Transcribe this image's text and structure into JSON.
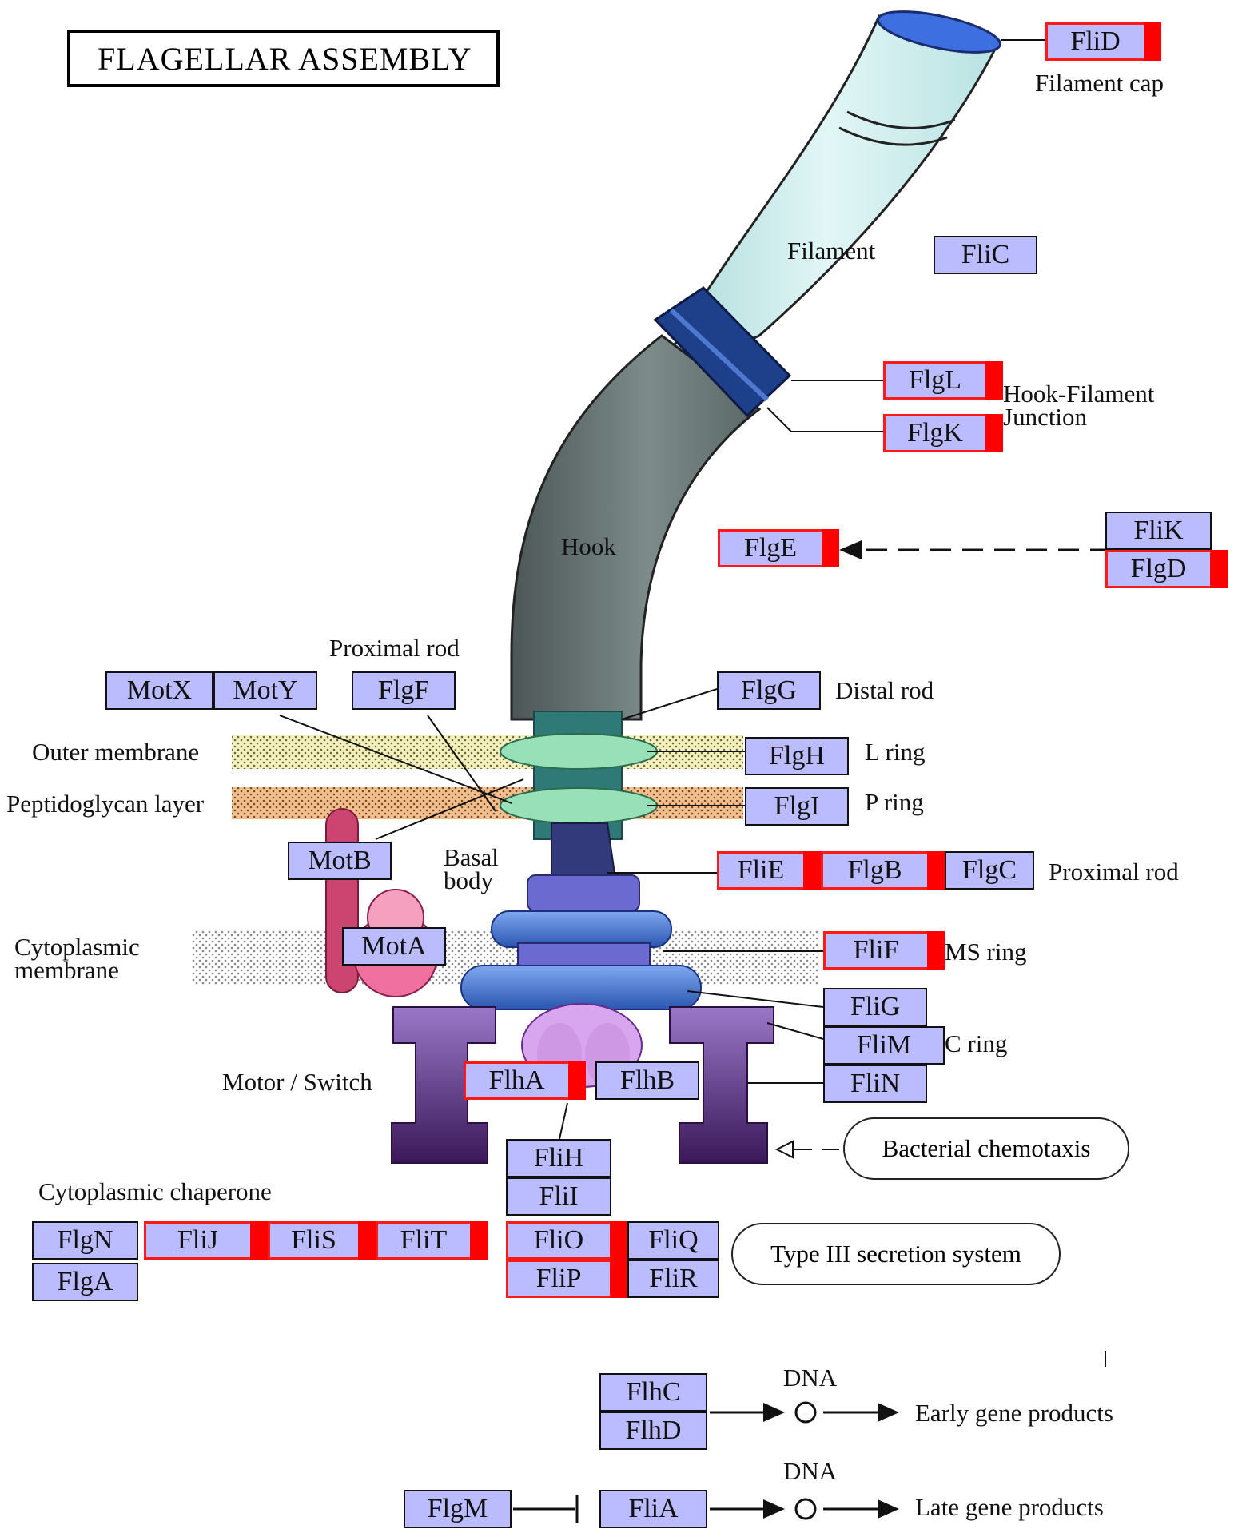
{
  "title": "FLAGELLAR ASSEMBLY",
  "structures": {
    "filament_cap": "Filament cap",
    "filament": "Filament",
    "hook_filament_junction": "Hook-Filament\nJunction",
    "hook": "Hook",
    "proximal_rod_top": "Proximal rod",
    "distal_rod": "Distal rod",
    "outer_membrane": "Outer membrane",
    "l_ring": "L ring",
    "peptidoglycan": "Peptidoglycan layer",
    "p_ring": "P ring",
    "basal_body": "Basal\nbody",
    "proximal_rod_right": "Proximal rod",
    "cytoplasmic_membrane": "Cytoplasmic\nmembrane",
    "ms_ring": "MS ring",
    "c_ring": "C ring",
    "motor_switch": "Motor / Switch",
    "cytoplasmic_chaperone": "Cytoplasmic chaperone",
    "dna_1": "DNA",
    "early_products": "Early gene products",
    "dna_2": "DNA",
    "late_products": "Late gene products"
  },
  "links": {
    "bacterial_chemotaxis": "Bacterial chemotaxis",
    "type3": "Type III secretion system"
  },
  "genes": {
    "FliD": {
      "label": "FliD",
      "highlight": true
    },
    "FliC": {
      "label": "FliC",
      "highlight": false
    },
    "FlgL": {
      "label": "FlgL",
      "highlight": true
    },
    "FlgK": {
      "label": "FlgK",
      "highlight": true
    },
    "FlgE": {
      "label": "FlgE",
      "highlight": true
    },
    "FliK": {
      "label": "FliK",
      "highlight": false
    },
    "FlgD": {
      "label": "FlgD",
      "highlight": true
    },
    "MotX": {
      "label": "MotX",
      "highlight": false
    },
    "MotY": {
      "label": "MotY",
      "highlight": false
    },
    "FlgF": {
      "label": "FlgF",
      "highlight": false
    },
    "FlgG": {
      "label": "FlgG",
      "highlight": false
    },
    "FlgH": {
      "label": "FlgH",
      "highlight": false
    },
    "FlgI": {
      "label": "FlgI",
      "highlight": false
    },
    "MotB": {
      "label": "MotB",
      "highlight": false
    },
    "FliE": {
      "label": "FliE",
      "highlight": true
    },
    "FlgB": {
      "label": "FlgB",
      "highlight": true
    },
    "FlgC": {
      "label": "FlgC",
      "highlight": false
    },
    "MotA": {
      "label": "MotA",
      "highlight": false
    },
    "FliF": {
      "label": "FliF",
      "highlight": true
    },
    "FliG": {
      "label": "FliG",
      "highlight": false
    },
    "FliM": {
      "label": "FliM",
      "highlight": false
    },
    "FliN": {
      "label": "FliN",
      "highlight": false
    },
    "FlhA": {
      "label": "FlhA",
      "highlight": true
    },
    "FlhB": {
      "label": "FlhB",
      "highlight": false
    },
    "FliH": {
      "label": "FliH",
      "highlight": false
    },
    "FliI": {
      "label": "FliI",
      "highlight": false
    },
    "FliO": {
      "label": "FliO",
      "highlight": true
    },
    "FliQ": {
      "label": "FliQ",
      "highlight": false
    },
    "FliP": {
      "label": "FliP",
      "highlight": true
    },
    "FliR": {
      "label": "FliR",
      "highlight": false
    },
    "FlgN": {
      "label": "FlgN",
      "highlight": false
    },
    "FliJ": {
      "label": "FliJ",
      "highlight": true
    },
    "FliS": {
      "label": "FliS",
      "highlight": true
    },
    "FliT": {
      "label": "FliT",
      "highlight": true
    },
    "FlgA": {
      "label": "FlgA",
      "highlight": false
    },
    "FlhC": {
      "label": "FlhC",
      "highlight": false
    },
    "FlhD": {
      "label": "FlhD",
      "highlight": false
    },
    "FlgM": {
      "label": "FlgM",
      "highlight": false
    },
    "FliA": {
      "label": "FliA",
      "highlight": false
    }
  },
  "colors": {
    "gene_fill": "#bbbbff",
    "highlight_flag": "#ff0000",
    "filament": "#c8ecec",
    "hook": "#5c6868",
    "junction": "#1e3f8a",
    "motor": "#5a2a7a"
  }
}
